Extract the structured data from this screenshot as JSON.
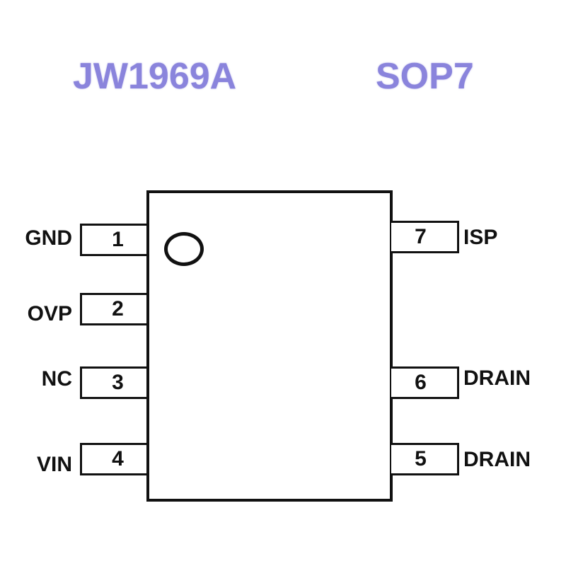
{
  "title": {
    "part_number": "JW1969A",
    "package": "SOP7"
  },
  "colors": {
    "title": "#8a84dc",
    "outline": "#111111",
    "background": "#ffffff"
  },
  "pins": {
    "p1": {
      "number": "1",
      "name": "GND"
    },
    "p2": {
      "number": "2",
      "name": "OVP"
    },
    "p3": {
      "number": "3",
      "name": "NC"
    },
    "p4": {
      "number": "4",
      "name": "VIN"
    },
    "p5": {
      "number": "5",
      "name": "DRAIN"
    },
    "p6": {
      "number": "6",
      "name": "DRAIN"
    },
    "p7": {
      "number": "7",
      "name": "ISP"
    }
  }
}
